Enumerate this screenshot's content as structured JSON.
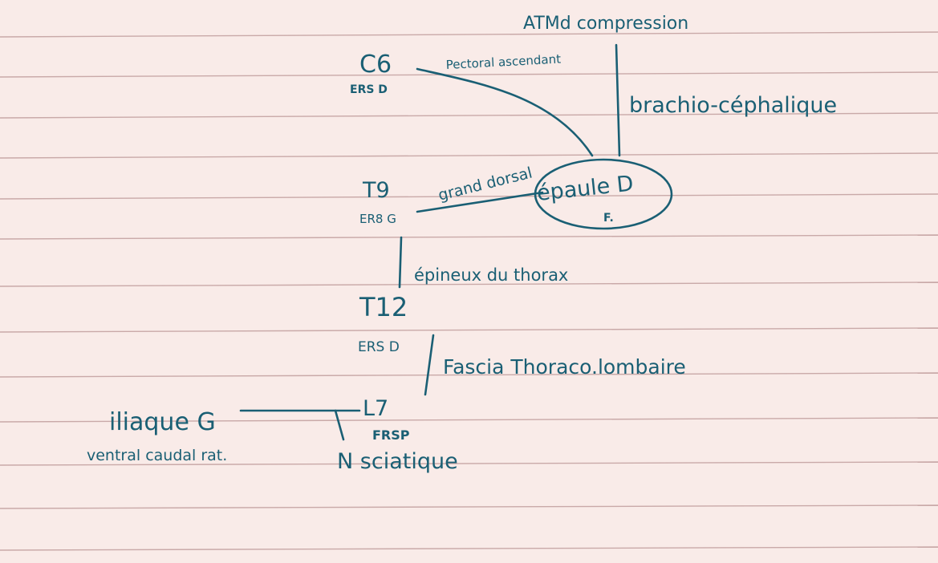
{
  "colors": {
    "paper": "#f9ebe8",
    "rule_line": "#c9a9a8",
    "ink": "#1a5f74"
  },
  "note": {
    "top_label": "ATMd compression",
    "c6": {
      "vertebra": "C6",
      "code": "ERS D",
      "muscle": "Pectoral ascendant"
    },
    "brachio": "brachio-céphalique",
    "t9": {
      "vertebra": "T9",
      "code": "ER8 G",
      "muscle": "grand dorsal"
    },
    "shoulder": {
      "label": "épaule D",
      "sub": "F."
    },
    "epineux": "épineux du thorax",
    "t12": {
      "vertebra": "T12",
      "code": "ERS D"
    },
    "fascia": "Fascia Thoraco.lombaire",
    "l7": {
      "vertebra": "L7",
      "code": "FRSP"
    },
    "iliaque": {
      "label": "iliaque G",
      "sub": "ventral caudal rat."
    },
    "sciatique": "N sciatique"
  }
}
